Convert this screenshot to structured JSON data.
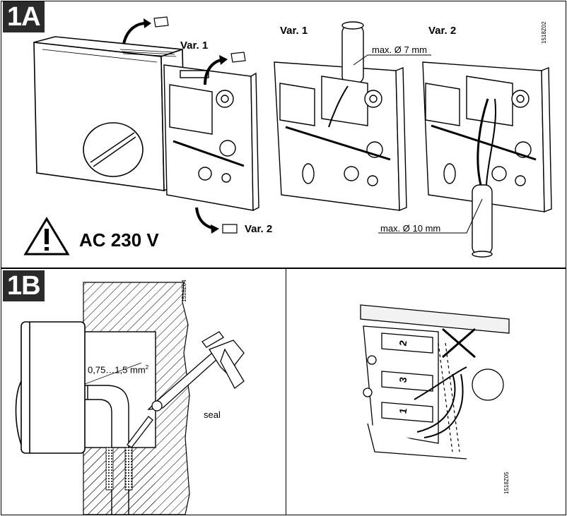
{
  "panel_1a": {
    "tag": "1A",
    "var1_label_left": "Var. 1",
    "var2_label_left": "Var. 2",
    "var1_label_mid": "Var. 1",
    "var2_label_right": "Var. 2",
    "max7": "max. Ø 7 mm",
    "max10": "max. Ø 10 mm",
    "warning": "AC 230 V",
    "code": "1518Z02"
  },
  "panel_1b": {
    "tag": "1B",
    "wire_spec": "0,75…1,5 mm",
    "wire_spec_sup": "2",
    "seal": "seal",
    "code_left": "1518Z04",
    "code_right": "1518Z05",
    "terminals": [
      "2",
      "3",
      "1"
    ]
  }
}
